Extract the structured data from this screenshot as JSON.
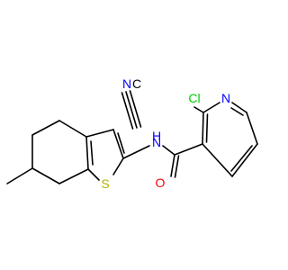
{
  "molecule": {
    "atoms": [
      {
        "id": "N_nitrile",
        "symbol": "N",
        "color": "#0000ff"
      },
      {
        "id": "C_nitrile",
        "symbol": "C",
        "color": "#000000"
      },
      {
        "id": "N_amide",
        "symbol": "N",
        "color": "#0000ff"
      },
      {
        "id": "H_amide",
        "symbol": "H",
        "color": "#0000ff"
      },
      {
        "id": "S",
        "symbol": "S",
        "color": "#b2b200"
      },
      {
        "id": "O",
        "symbol": "O",
        "color": "#ff0000"
      },
      {
        "id": "Cl",
        "symbol": "Cl",
        "color": "#00cc00"
      },
      {
        "id": "N_pyridine",
        "symbol": "N",
        "color": "#0000ff"
      }
    ],
    "bond_color": "#000000",
    "background": "#ffffff"
  }
}
